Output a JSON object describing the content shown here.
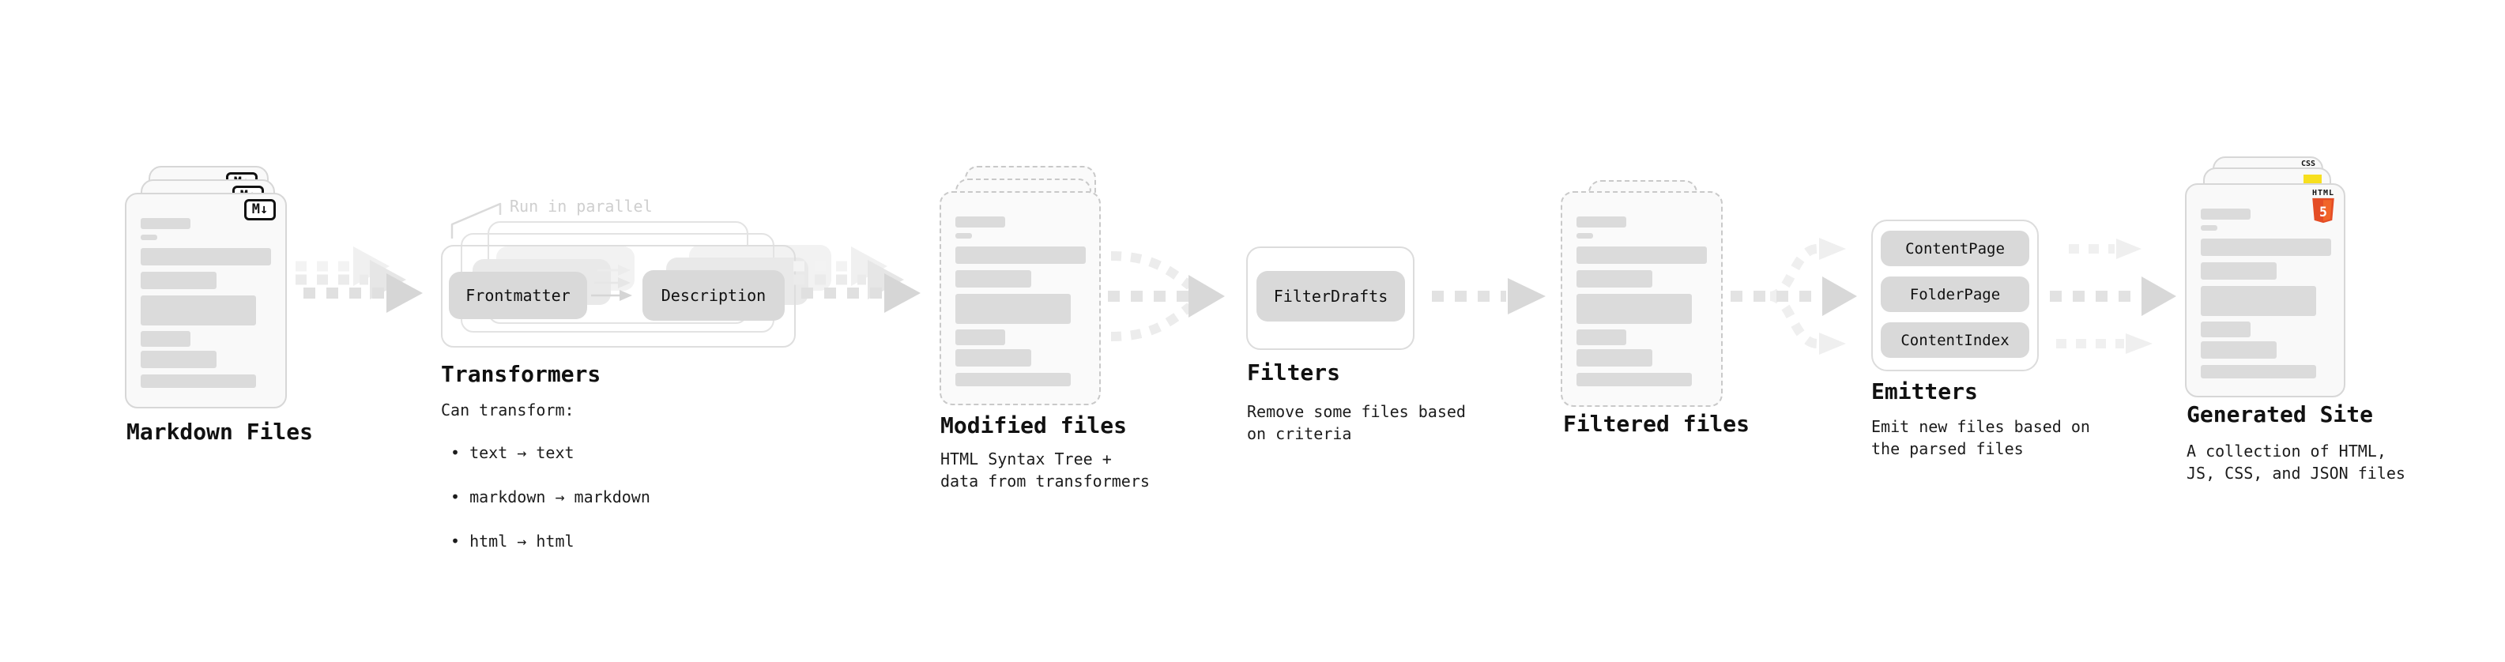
{
  "diagram": {
    "stages": {
      "markdown_files": {
        "label": "Markdown Files",
        "file_badge": "M↓"
      },
      "transformers": {
        "label": "Transformers",
        "note": "Run in parallel",
        "pill_left": "Frontmatter",
        "pill_right": "Description",
        "desc_title": "Can transform:",
        "bullets": [
          "• text → text",
          "• markdown → markdown",
          "• html → html"
        ]
      },
      "modified_files": {
        "label": "Modified files",
        "desc": "HTML Syntax Tree +\ndata from transformers"
      },
      "filters": {
        "label": "Filters",
        "pill": "FilterDrafts",
        "desc": "Remove some files based\non criteria"
      },
      "filtered_files": {
        "label": "Filtered files"
      },
      "emitters": {
        "label": "Emitters",
        "pills": [
          "ContentPage",
          "FolderPage",
          "ContentIndex"
        ],
        "desc": "Emit new files based on\nthe parsed files"
      },
      "generated_site": {
        "label": "Generated Site",
        "desc": "A collection of HTML,\nJS, CSS, and JSON files",
        "badge_css": "CSS",
        "badge_html_label": "HTML",
        "badge_html_number": "5"
      }
    },
    "colors": {
      "css_blue": "#2962ff",
      "js_yellow": "#f7df1e",
      "html_orange": "#e44d26",
      "html_orange_light": "#f16529",
      "pill_gray": "#d9d9d9",
      "arrow_gray": "#d8d8d8"
    }
  }
}
